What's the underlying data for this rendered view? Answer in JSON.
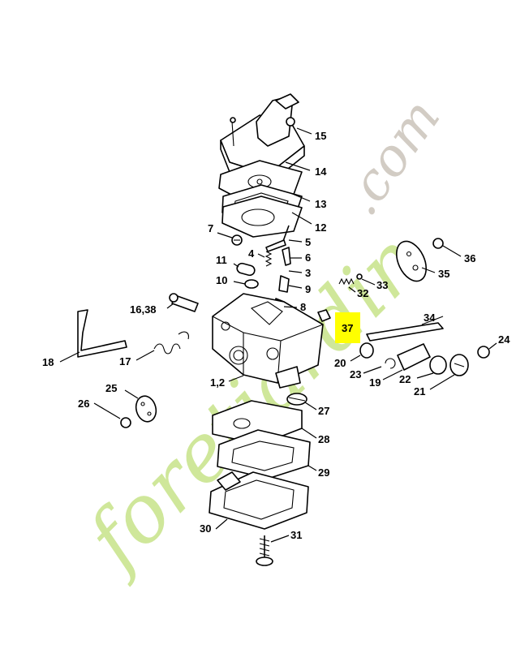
{
  "watermark": {
    "part1": "foret",
    "part2": "jardin",
    "part3": ".com",
    "colors": {
      "green": "#cfe79a",
      "orange": "#f5c89a",
      "grey": "#d2ccc4"
    }
  },
  "highlight": {
    "label": "37",
    "color": "#ffff00"
  },
  "callouts": {
    "c15": "15",
    "c14": "14",
    "c13": "13",
    "c12": "12",
    "c7": "7",
    "c4": "4",
    "c5": "5",
    "c6": "6",
    "c3": "3",
    "c11": "11",
    "c10": "10",
    "c9": "9",
    "c8": "8",
    "c1638": "16,38",
    "c18": "18",
    "c17": "17",
    "c33": "33",
    "c32": "32",
    "c36": "36",
    "c35": "35",
    "c34": "34",
    "c24": "24",
    "c20": "20",
    "c23": "23",
    "c19": "19",
    "c22": "22",
    "c21": "21",
    "c12b": "1,2",
    "c25": "25",
    "c26": "26",
    "c27": "27",
    "c28": "28",
    "c29": "29",
    "c30": "30",
    "c31": "31"
  }
}
